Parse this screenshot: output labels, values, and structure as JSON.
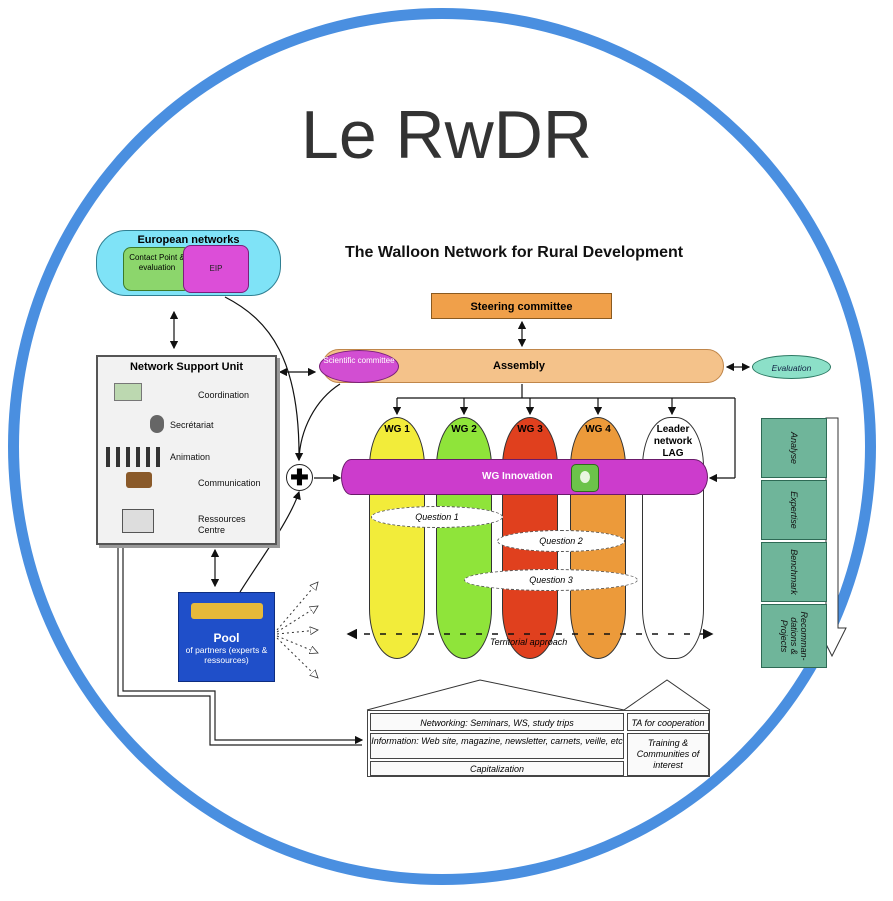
{
  "slide": {
    "title": "Le RwDR"
  },
  "diagram": {
    "subtitle": "The Walloon Network for Rural Development",
    "european_networks": {
      "title": "European networks",
      "piece1": "Contact Point & evaluation",
      "piece2": "EIP"
    },
    "network_support_unit": {
      "title": "Network Support Unit",
      "items": [
        "Coordination",
        "Secrétariat",
        "Animation",
        "Communication",
        "Ressources Centre"
      ]
    },
    "pool": {
      "title": "Pool",
      "subtitle": "of partners (experts & ressources)"
    },
    "steering_committee": "Steering committee",
    "assembly": "Assembly",
    "scientific_committee": "Scientific committee",
    "evaluation": "Evaluation",
    "working_groups": [
      {
        "label": "WG 1",
        "color": "#f2ec3a"
      },
      {
        "label": "WG 2",
        "color": "#8fe43a"
      },
      {
        "label": "WG 3",
        "color": "#e0401e"
      },
      {
        "label": "WG 4",
        "color": "#ec9a3a"
      },
      {
        "label": "Leader network LAG",
        "color": "#ffffff"
      }
    ],
    "wg_innovation": "WG Innovation",
    "questions": [
      "Question 1",
      "Question 2",
      "Question 3"
    ],
    "territorial_approach": "Territorial approach",
    "side_steps": [
      "Analyse",
      "Expertise",
      "Benchmark",
      "Recomman-dations & Projects"
    ],
    "bottom": {
      "networking": "Networking: Seminars, WS, study trips",
      "information": "Information: Web site, magazine, newsletter, carnets, veille, etc",
      "capitalization": "Capitalization",
      "ta_cooperation": "TA for cooperation",
      "training": "Training & Communities of interest"
    },
    "colors": {
      "ring": "#4a8fe0",
      "steering": "#f0a04a",
      "assembly": "#f4c28a",
      "innovation": "#cc3ccc",
      "pool": "#1f4fc9",
      "side_steps": "#6fb59a"
    }
  }
}
